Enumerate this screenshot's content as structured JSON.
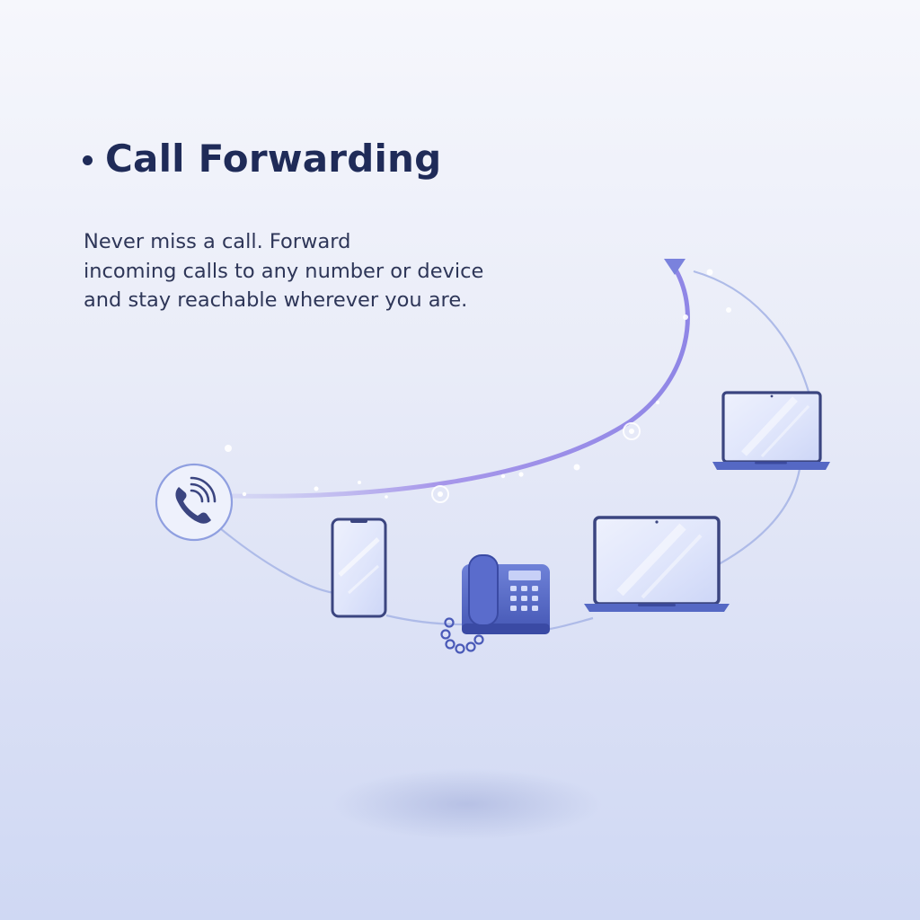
{
  "feature": {
    "title": "Call Forwarding",
    "description_lines": [
      "Never miss a call. Forward",
      "incoming calls to any number or device",
      "and stay reachable wherever you are."
    ]
  },
  "illustration": {
    "icons": [
      "phone-call-icon",
      "smartphone-icon",
      "desk-phone-icon",
      "laptop-icon",
      "laptop-small-icon",
      "arrow-head-icon"
    ]
  },
  "colors": {
    "title": "#1f2b58",
    "text": "#2e3658",
    "accent": "#5a6fc8",
    "arc": "#9a8ae0",
    "device": "#3f4a86"
  }
}
